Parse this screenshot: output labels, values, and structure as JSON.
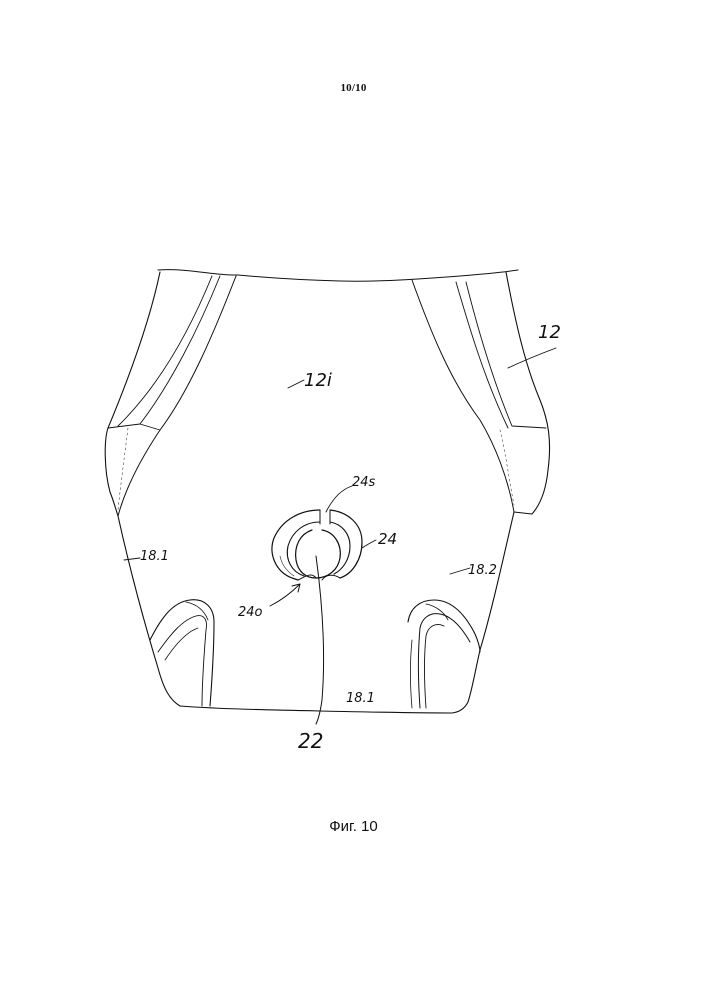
{
  "page_number": "10/10",
  "figure": {
    "caption": "Фиг. 10",
    "reference_labels": {
      "part_12": "12",
      "part_12i": "12i",
      "part_24s": "24s",
      "part_24": "24",
      "part_24o": "24o",
      "part_18_1_left": "18.1",
      "part_18_2": "18.2",
      "part_18_1_bottom": "18.1",
      "part_22": "22"
    }
  },
  "colors": {
    "ink": "#111111",
    "paper": "#ffffff"
  }
}
